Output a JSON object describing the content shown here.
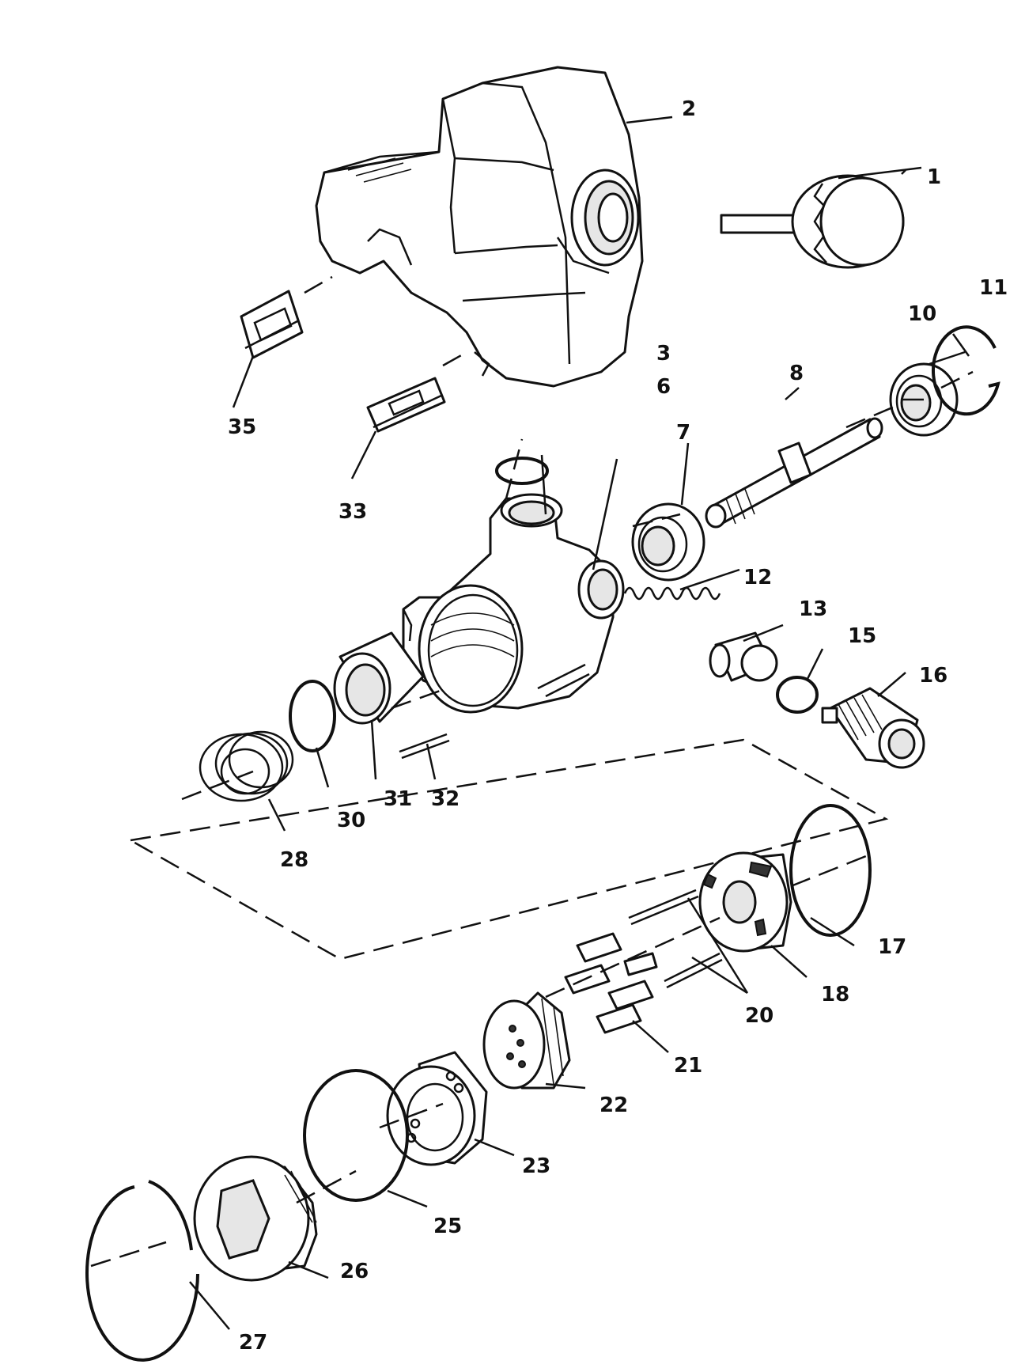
{
  "diagram": {
    "labels": [
      {
        "id": "1",
        "text": "1"
      },
      {
        "id": "2",
        "text": "2"
      },
      {
        "id": "3",
        "text": "3"
      },
      {
        "id": "6",
        "text": "6"
      },
      {
        "id": "7",
        "text": "7"
      },
      {
        "id": "8",
        "text": "8"
      },
      {
        "id": "10",
        "text": "10"
      },
      {
        "id": "11",
        "text": "11"
      },
      {
        "id": "12",
        "text": "12"
      },
      {
        "id": "13",
        "text": "13"
      },
      {
        "id": "15",
        "text": "15"
      },
      {
        "id": "16",
        "text": "16"
      },
      {
        "id": "17",
        "text": "17"
      },
      {
        "id": "18",
        "text": "18"
      },
      {
        "id": "20",
        "text": "20"
      },
      {
        "id": "21",
        "text": "21"
      },
      {
        "id": "22",
        "text": "22"
      },
      {
        "id": "23",
        "text": "23"
      },
      {
        "id": "25",
        "text": "25"
      },
      {
        "id": "26",
        "text": "26"
      },
      {
        "id": "27",
        "text": "27"
      },
      {
        "id": "28",
        "text": "28"
      },
      {
        "id": "30",
        "text": "30"
      },
      {
        "id": "31",
        "text": "31"
      },
      {
        "id": "32",
        "text": "32"
      },
      {
        "id": "33",
        "text": "33"
      },
      {
        "id": "35",
        "text": "35"
      }
    ]
  }
}
